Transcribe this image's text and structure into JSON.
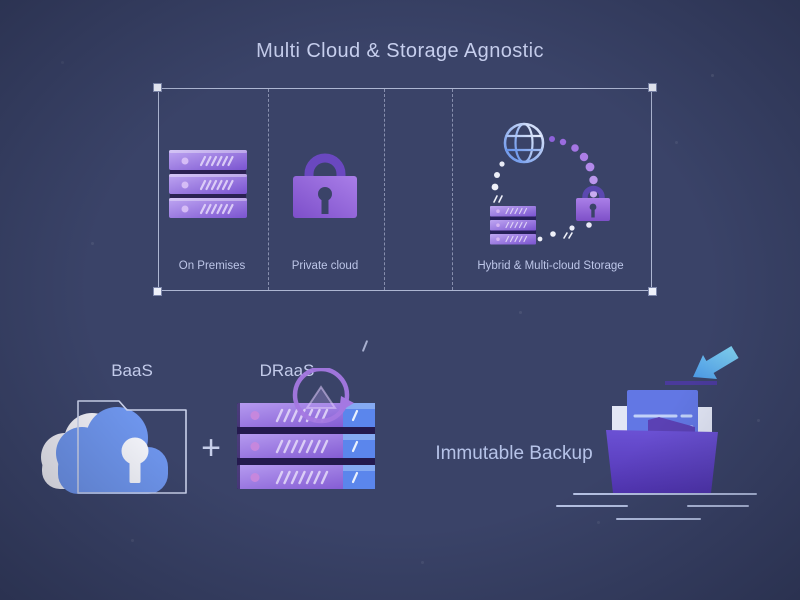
{
  "title": "Multi Cloud & Storage Agnostic",
  "storage_box": {
    "description": "dashed selection frame with corner handles, four columns",
    "sections": [
      {
        "id": "on-premises",
        "label": "On Premises",
        "icon": "server-stack-icon"
      },
      {
        "id": "private-cloud",
        "label": "Private cloud",
        "icon": "padlock-icon"
      },
      {
        "id": "hybrid-multicloud",
        "label": "Hybrid & Multi-cloud Storage",
        "icon": "globe-sync-storage-icon"
      }
    ]
  },
  "services_row": {
    "baas": {
      "label": "BaaS",
      "icon": "cloud-keyhole-folder-icon"
    },
    "plus_sign": "+",
    "draas": {
      "label": "DRaaS",
      "icon": "server-stack-refresh-icon"
    },
    "immutable": {
      "label": "Immutable Backup",
      "icon": "open-folder-documents-arrow-icon"
    }
  },
  "colors": {
    "background": "#3a4368",
    "title_text": "#c7cfee",
    "label_text": "#bdc6e8",
    "purple_accent": "#8b5fd8",
    "purple_light": "#bfa6f2",
    "blue_cloud": "#6e95ec",
    "blue_server_segment": "#5b86ec",
    "cyan_arrow": "#7fd4f2",
    "folder_purple": "#5b41c4",
    "selection_border": "#cbd3ec",
    "white_accent": "#f2f1f7"
  }
}
